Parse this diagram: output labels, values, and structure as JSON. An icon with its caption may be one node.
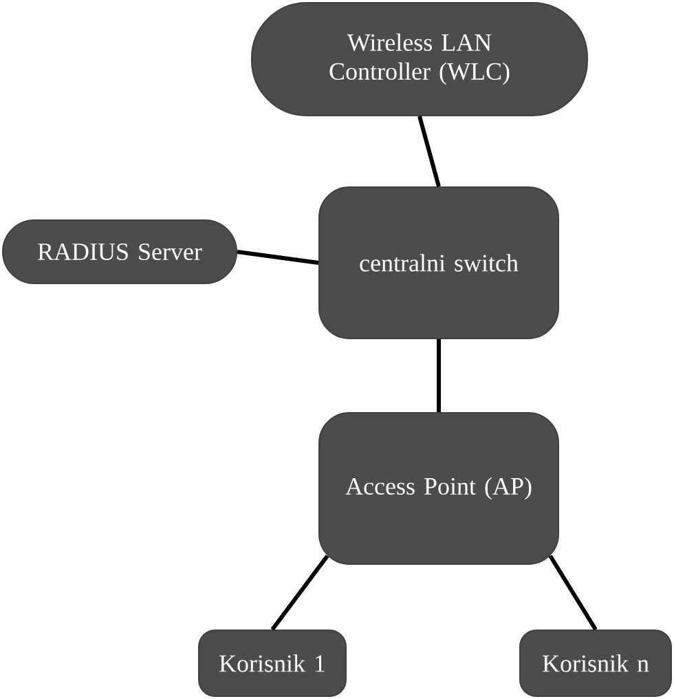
{
  "diagram": {
    "nodes": [
      {
        "text": [
          "Wireless LAN Controller (WLC)"
        ]
      },
      {
        "text": [
          "RADIUS Server"
        ]
      },
      {
        "text": [
          "centralni switch"
        ]
      },
      {
        "text": [
          "Access Point (AP)"
        ]
      },
      {
        "text": [
          "Korisnik 1"
        ]
      },
      {
        "text": [
          "Korisnik n"
        ]
      }
    ],
    "edges": [
      {
        "from": 0,
        "to": 2,
        "arrow": "none"
      },
      {
        "from": 1,
        "to": 2,
        "arrow": "none"
      },
      {
        "from": 2,
        "to": 3,
        "arrow": "none"
      },
      {
        "from": 3,
        "to": 4,
        "arrow": "none"
      },
      {
        "from": 3,
        "to": 5,
        "arrow": "none"
      }
    ]
  }
}
